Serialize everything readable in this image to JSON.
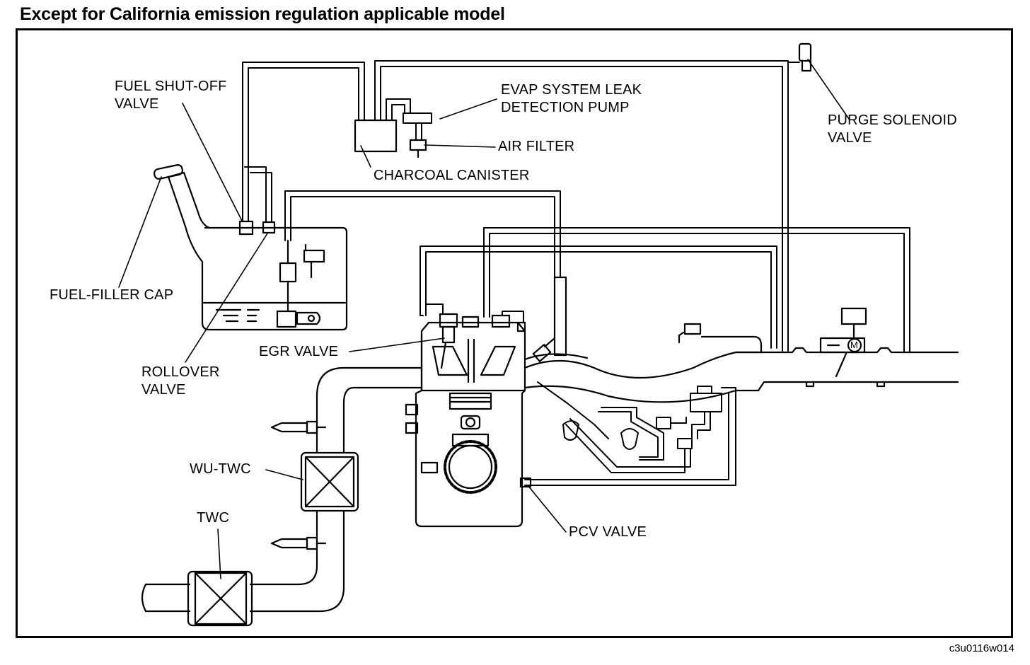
{
  "title": "Except for California emission regulation applicable model",
  "figure_code": "c3u0116w014",
  "labels": {
    "fuel_shutoff_valve": [
      "FUEL SHUT-OFF",
      "VALVE"
    ],
    "evap_pump": [
      "EVAP SYSTEM LEAK",
      "DETECTION PUMP"
    ],
    "air_filter": "AIR FILTER",
    "charcoal_canister": "CHARCOAL CANISTER",
    "purge_solenoid_valve": [
      "PURGE SOLENOID",
      "VALVE"
    ],
    "fuel_filler_cap": "FUEL-FILLER CAP",
    "egr_valve": "EGR VALVE",
    "rollover_valve": [
      "ROLLOVER",
      "VALVE"
    ],
    "wu_twc": "WU-TWC",
    "twc": "TWC",
    "pcv_valve": "PCV VALVE",
    "motor_symbol": "M"
  }
}
